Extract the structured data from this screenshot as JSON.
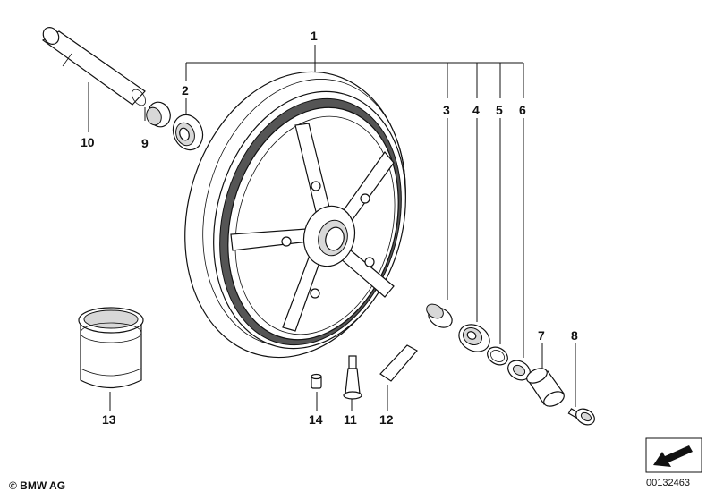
{
  "callouts": {
    "n1": "1",
    "n2": "2",
    "n3": "3",
    "n4": "4",
    "n5": "5",
    "n6": "6",
    "n7": "7",
    "n8": "8",
    "n9": "9",
    "n10": "10",
    "n11": "11",
    "n12": "12",
    "n13": "13",
    "n14": "14"
  },
  "footer": {
    "copyright": "© BMW AG",
    "diagram_number": "00132463"
  }
}
